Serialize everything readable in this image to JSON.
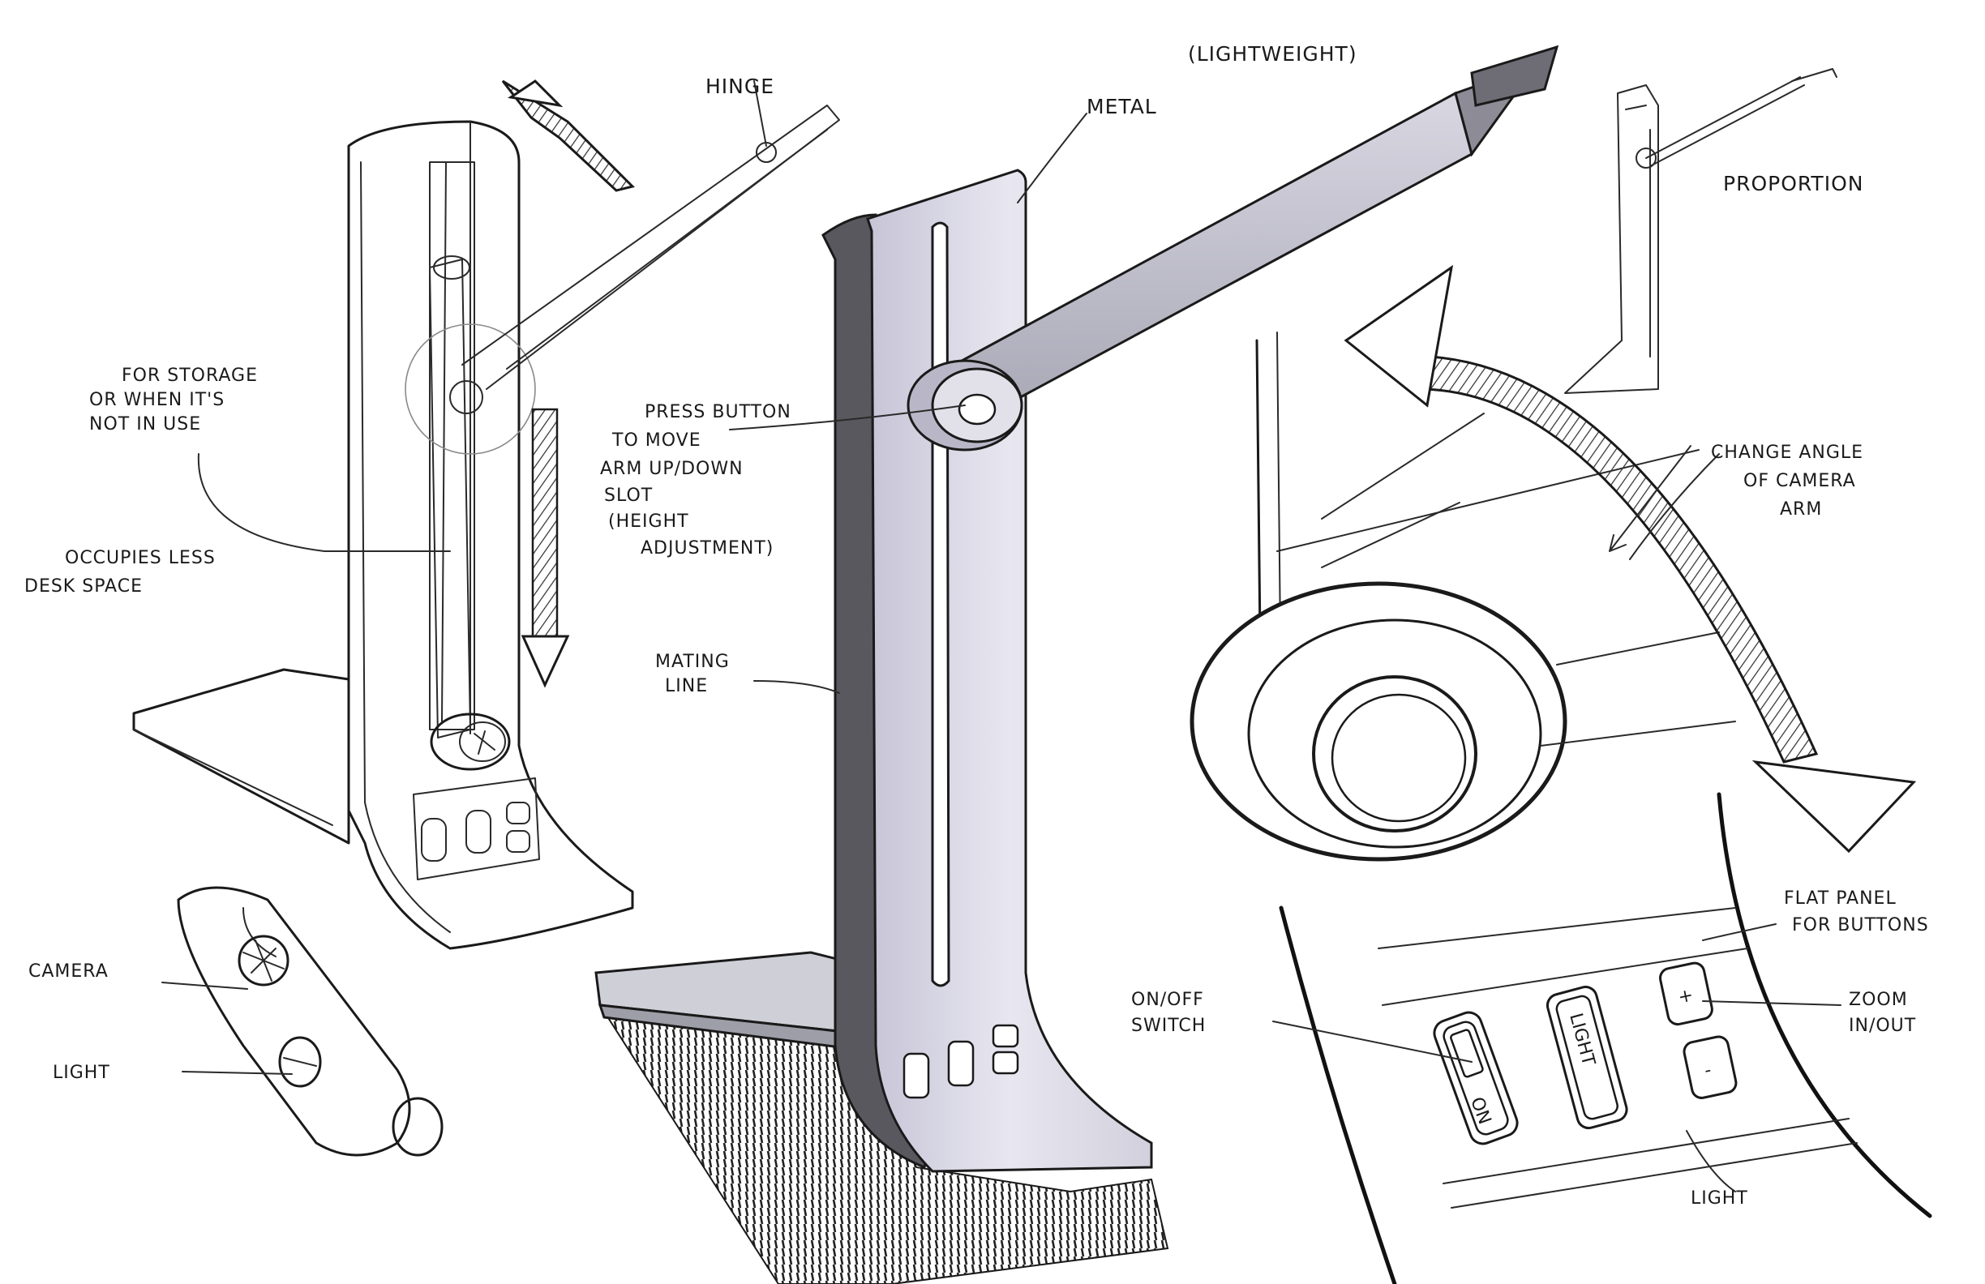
{
  "labels": {
    "hinge": "HINGE",
    "lightweight": "(LIGHTWEIGHT)",
    "metal": "METAL",
    "proportion": "PROPORTION",
    "storage": [
      "FOR STORAGE",
      "OR WHEN IT'S",
      "NOT IN USE"
    ],
    "desk": [
      "OCCUPIES LESS",
      "DESK SPACE"
    ],
    "press": [
      "PRESS BUTTON",
      "TO MOVE",
      "ARM UP/DOWN",
      "SLOT",
      "(HEIGHT",
      "ADJUSTMENT)"
    ],
    "mating": [
      "MATING",
      "LINE"
    ],
    "change_angle": [
      "CHANGE ANGLE",
      "OF CAMERA",
      "ARM"
    ],
    "flat_panel": [
      "FLAT PANEL",
      "FOR BUTTONS"
    ],
    "onoff": [
      "ON/OFF",
      "SWITCH"
    ],
    "zoom": [
      "ZOOM",
      "IN/OUT"
    ],
    "light_bottom": "LIGHT",
    "camera": "CAMERA",
    "light_left": "LIGHT",
    "btn_on": "ON",
    "btn_light": "LIGHT",
    "btn_plus": "+",
    "btn_minus": "-"
  },
  "colors": {
    "ink": "#1a1a1a",
    "marker_dark": "#6b6b70",
    "marker_light": "#c9c9d6",
    "marker_lilac": "#b6b3cc"
  }
}
